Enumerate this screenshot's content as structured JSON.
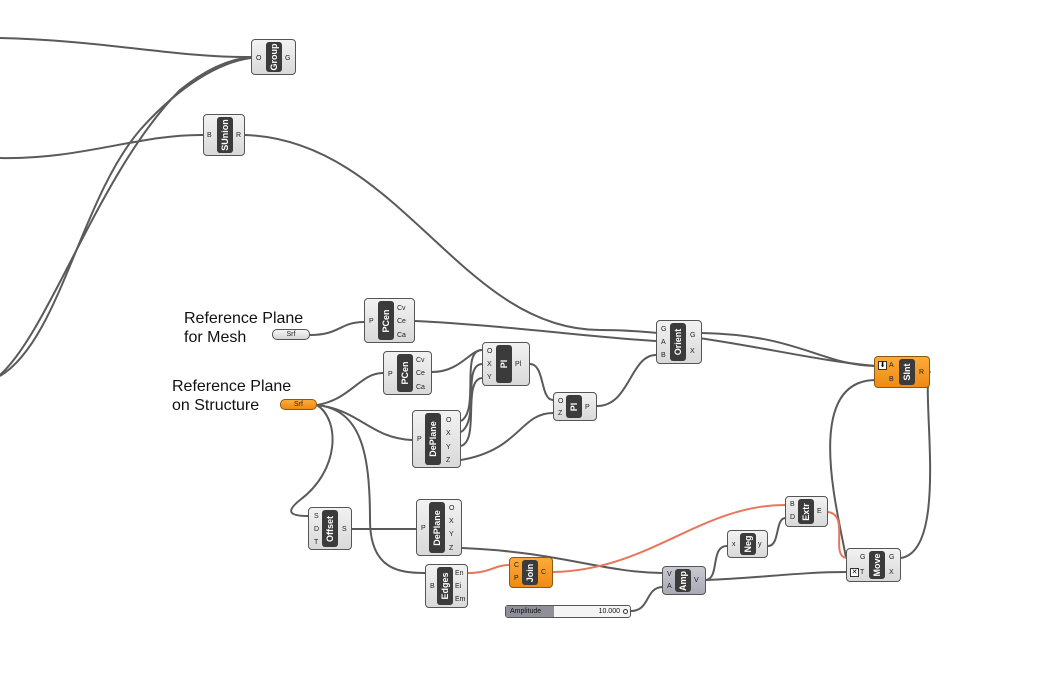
{
  "labels": {
    "ref_mesh_1": "Reference Plane",
    "ref_mesh_2": "for Mesh",
    "ref_struct_1": "Reference Plane",
    "ref_struct_2": "on Structure"
  },
  "params": {
    "srf_mesh": "Srf",
    "srf_structure": "Srf"
  },
  "slider": {
    "name": "Amplitude",
    "value": "10.000"
  },
  "components": {
    "group": {
      "name": "Group",
      "inputs": [
        "O"
      ],
      "outputs": [
        "G"
      ]
    },
    "sunion": {
      "name": "SUnion",
      "inputs": [
        "B"
      ],
      "outputs": [
        "R"
      ]
    },
    "pcen1": {
      "name": "PCen",
      "inputs": [
        "P"
      ],
      "outputs": [
        "Cv",
        "Ce",
        "Ca"
      ]
    },
    "pcen2": {
      "name": "PCen",
      "inputs": [
        "P"
      ],
      "outputs": [
        "Cv",
        "Ce",
        "Ca"
      ]
    },
    "pl1": {
      "name": "Pl",
      "inputs": [
        "O",
        "X",
        "Y"
      ],
      "outputs": [
        "Pl"
      ]
    },
    "pl2": {
      "name": "Pl",
      "inputs": [
        "O",
        "Z"
      ],
      "outputs": [
        "P"
      ]
    },
    "deplane1": {
      "name": "DePlane",
      "inputs": [
        "P"
      ],
      "outputs": [
        "O",
        "X",
        "Y",
        "Z"
      ]
    },
    "deplane2": {
      "name": "DePlane",
      "inputs": [
        "P"
      ],
      "outputs": [
        "O",
        "X",
        "Y",
        "Z"
      ]
    },
    "orient": {
      "name": "Orient",
      "inputs": [
        "G",
        "A",
        "B"
      ],
      "outputs": [
        "G",
        "X"
      ]
    },
    "sint": {
      "name": "SInt",
      "inputs": [
        "A",
        "B"
      ],
      "outputs": [
        "R"
      ]
    },
    "offset": {
      "name": "Offset",
      "inputs": [
        "S",
        "D",
        "T"
      ],
      "outputs": [
        "S"
      ]
    },
    "edges": {
      "name": "Edges",
      "inputs": [
        "B"
      ],
      "outputs": [
        "En",
        "Ei",
        "Em"
      ]
    },
    "join": {
      "name": "Join",
      "inputs": [
        "C",
        "P"
      ],
      "outputs": [
        "C"
      ]
    },
    "amp": {
      "name": "Amp",
      "inputs": [
        "V",
        "A"
      ],
      "outputs": [
        "V"
      ]
    },
    "neg": {
      "name": "Neg",
      "inputs": [
        "x"
      ],
      "outputs": [
        "y"
      ]
    },
    "extr": {
      "name": "Extr",
      "inputs": [
        "B",
        "D"
      ],
      "outputs": [
        "E"
      ]
    },
    "move": {
      "name": "Move",
      "inputs": [
        "G",
        "T"
      ],
      "outputs": [
        "G",
        "X"
      ]
    }
  },
  "colors": {
    "wire": "#555555",
    "wire_selected": "#e8765a",
    "orange": "#f39a22"
  }
}
